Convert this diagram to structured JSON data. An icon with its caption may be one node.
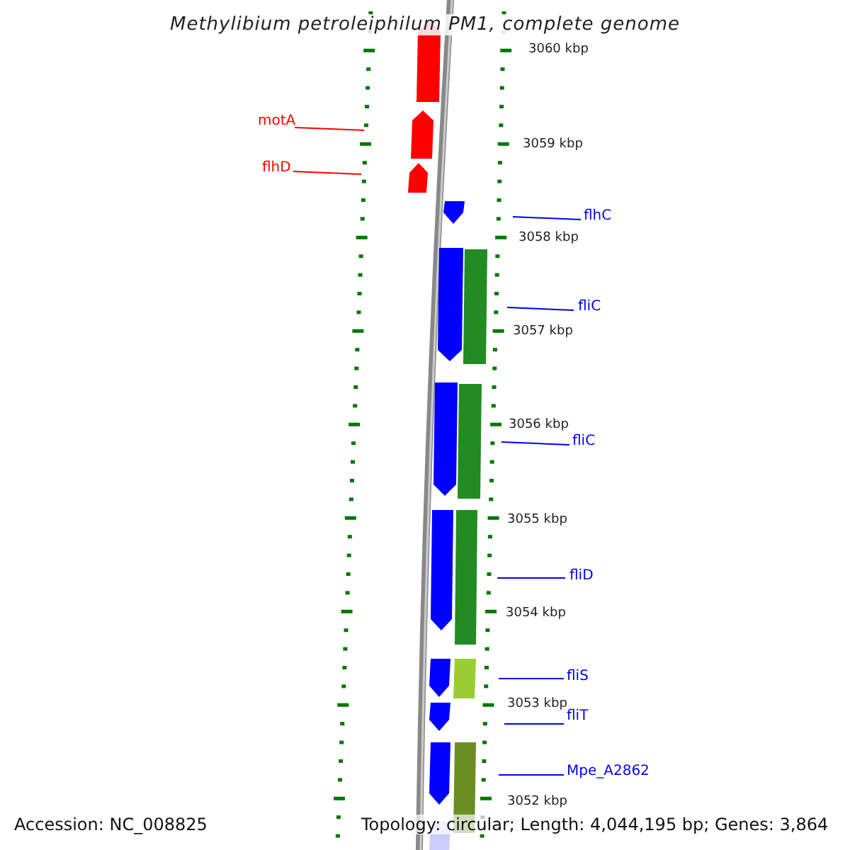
{
  "diagram": {
    "title": "Methylibium petroleiphilum PM1, complete genome",
    "nodes": [
      {
        "text": [
          "motA"
        ]
      },
      {
        "text": [
          "flhD"
        ]
      },
      {
        "text": [
          "flhC"
        ]
      },
      {
        "text": [
          "fliC"
        ]
      },
      {
        "text": [
          "fliC"
        ]
      },
      {
        "text": [
          "fliD"
        ]
      },
      {
        "text": [
          "fliS"
        ]
      },
      {
        "text": [
          "fliT"
        ]
      },
      {
        "text": [
          "Mpe_A2862"
        ]
      }
    ],
    "edges": [
      {
        "from": 0,
        "to": null,
        "arrow": "none",
        "color": "#ff0000"
      },
      {
        "from": 1,
        "to": null,
        "arrow": "none",
        "color": "#ff0000"
      },
      {
        "from": 2,
        "to": null,
        "arrow": "none"
      },
      {
        "from": 3,
        "to": null,
        "arrow": "none"
      },
      {
        "from": 4,
        "to": null,
        "arrow": "none"
      },
      {
        "from": 5,
        "to": null,
        "arrow": "none"
      },
      {
        "from": 6,
        "to": null,
        "arrow": "none"
      },
      {
        "from": 7,
        "to": null,
        "arrow": "none"
      },
      {
        "from": 8,
        "to": null,
        "arrow": "none"
      }
    ],
    "labels": [
      "3060 kbp",
      "3059 kbp",
      "3058 kbp",
      "3057 kbp",
      "3056 kbp",
      "3055 kbp",
      "3054 kbp",
      "3053 kbp",
      "3052 kbp",
      "Accession: NC_008825",
      "Topology: circular; Length: 4,044,195 bp; Genes: 3,864"
    ]
  }
}
